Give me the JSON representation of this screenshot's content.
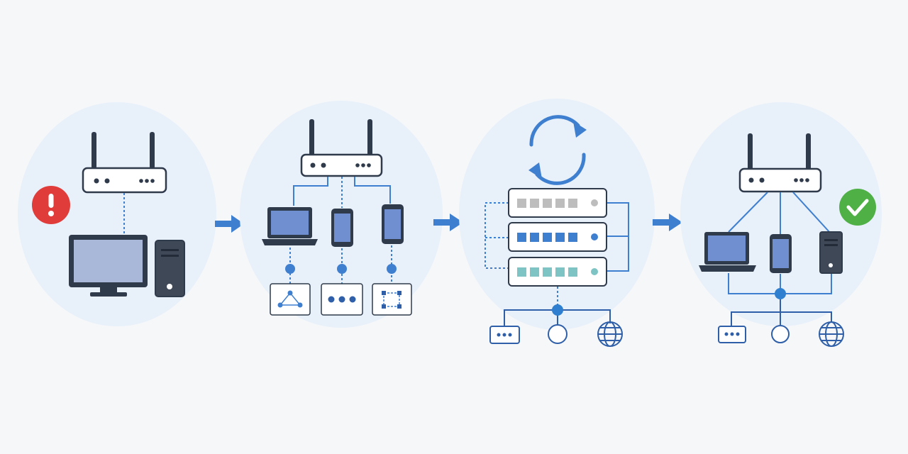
{
  "diagram": {
    "stages": [
      {
        "name": "disconnected-device",
        "status_icon": "error-exclamation-icon"
      },
      {
        "name": "device-discovery",
        "status_icon": ""
      },
      {
        "name": "server-sync",
        "status_icon": "sync-icon"
      },
      {
        "name": "connected-network",
        "status_icon": "success-check-icon"
      }
    ],
    "colors": {
      "background": "#f6f7f9",
      "stage_circle": "#e8f0fa",
      "accent_blue": "#3f7fcf",
      "dark_outline": "#2f3a4b",
      "screen_blue": "#6f8fd0",
      "error_red": "#e03d3a",
      "success_green": "#4fb046",
      "server_gray": "#bdbdbd",
      "server_teal": "#7fc4c4"
    }
  }
}
